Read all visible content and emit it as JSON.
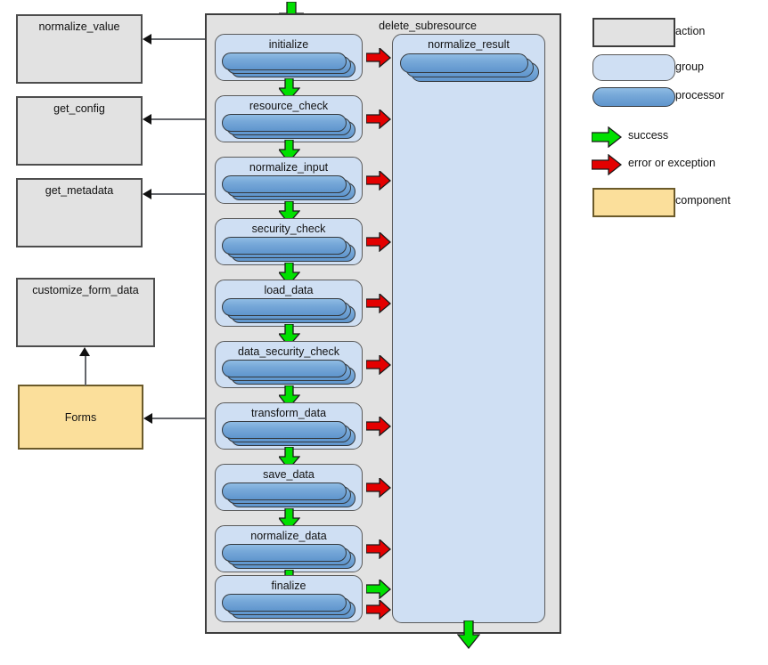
{
  "diagram": {
    "title": "delete_subresource",
    "colors": {
      "action_fill": "#e2e2e2",
      "action_stroke": "#3d3d3d",
      "group_fill": "#cfdff3",
      "group_stroke": "#5a5a5a",
      "processor_fill": "#78a9d9",
      "processor_stroke": "#33383d",
      "component_fill": "#fbdf9b",
      "component_stroke": "#6b5a2a",
      "success_arrow": "#00dd00",
      "error_arrow": "#e00000",
      "connector": "#63666b"
    }
  },
  "actions": [
    {
      "name": "normalize_value",
      "label": "normalize_value"
    },
    {
      "name": "get_config",
      "label": "get_config"
    },
    {
      "name": "get_metadata",
      "label": "get_metadata"
    },
    {
      "name": "customize_form_data",
      "label": "customize_form_data"
    }
  ],
  "component": {
    "label": "Forms"
  },
  "pipeline": {
    "container_label": "delete_subresource",
    "steps": [
      {
        "label": "initialize",
        "error_arrow": true,
        "success_arrow_down": true
      },
      {
        "label": "resource_check",
        "error_arrow": true,
        "success_arrow_down": true
      },
      {
        "label": "normalize_input",
        "error_arrow": true,
        "success_arrow_down": true
      },
      {
        "label": "security_check",
        "error_arrow": true,
        "success_arrow_down": true
      },
      {
        "label": "load_data",
        "error_arrow": true,
        "success_arrow_down": true
      },
      {
        "label": "data_security_check",
        "error_arrow": true,
        "success_arrow_down": true
      },
      {
        "label": "transform_data",
        "error_arrow": true,
        "success_arrow_down": true
      },
      {
        "label": "save_data",
        "error_arrow": true,
        "success_arrow_down": true
      },
      {
        "label": "normalize_data",
        "error_arrow": true,
        "success_arrow_down": true
      },
      {
        "label": "finalize",
        "error_arrow": true,
        "success_arrow_right": true
      }
    ],
    "result_group": {
      "label": "normalize_result"
    }
  },
  "legend": {
    "items": [
      {
        "key": "action",
        "label": "action",
        "swatch": "action-swatch"
      },
      {
        "key": "group",
        "label": "group",
        "swatch": "group-swatch"
      },
      {
        "key": "processor",
        "label": "processor",
        "swatch": "processor-swatch"
      },
      {
        "key": "success",
        "label": "success",
        "swatch": "success-arrow-icon"
      },
      {
        "key": "error",
        "label": "error or exception",
        "swatch": "error-arrow-icon"
      },
      {
        "key": "component",
        "label": "component",
        "swatch": "component-swatch"
      }
    ]
  }
}
